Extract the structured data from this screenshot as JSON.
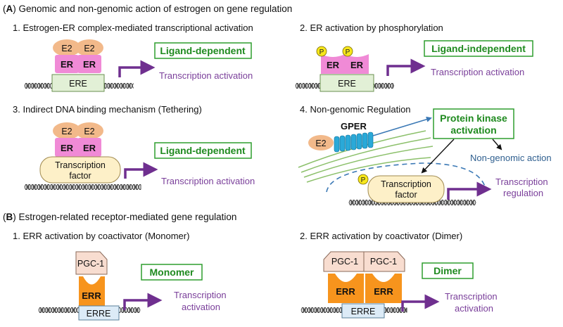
{
  "section_a": {
    "letter": "A",
    "title": "Genomic and non-genomic action of estrogen on gene regulation"
  },
  "section_b": {
    "letter": "B",
    "title": "Estrogen-related receptor-mediated gene regulation"
  },
  "panel_a1": {
    "title": "1. Estrogen-ER complex-mediated transcriptional activation",
    "ligand": "E2",
    "receptor": "ER",
    "element": "ERE",
    "tag": "Ligand-dependent",
    "output": "Transcription activation"
  },
  "panel_a2": {
    "title": "2. ER activation by phosphorylation",
    "phospho": "P",
    "receptor": "ER",
    "element": "ERE",
    "tag": "Ligand-independent",
    "output": "Transcription activation"
  },
  "panel_a3": {
    "title": "3. Indirect DNA binding mechanism (Tethering)",
    "ligand": "E2",
    "receptor": "ER",
    "factor_line1": "Transcription",
    "factor_line2": "factor",
    "tag": "Ligand-dependent",
    "output": "Transcription activation"
  },
  "panel_a4": {
    "title": "4. Non-genomic Regulation",
    "ligand": "E2",
    "membrane_receptor": "GPER",
    "kinase_line1": "Protein kinase",
    "kinase_line2": "activation",
    "nongenomic": "Non-genomic action",
    "phospho": "P",
    "factor_line1": "Transcription",
    "factor_line2": "factor",
    "output_line1": "Transcription",
    "output_line2": "regulation"
  },
  "panel_b1": {
    "title": "1. ERR activation by coactivator (Monomer)",
    "coactivator": "PGC-1",
    "receptor": "ERR",
    "element": "ERRE",
    "tag": "Monomer",
    "output_line1": "Transcription",
    "output_line2": "activation"
  },
  "panel_b2": {
    "title": "2. ERR activation by coactivator (Dimer)",
    "coactivator": "PGC-1",
    "receptor": "ERR",
    "element": "ERRE",
    "tag": "Dimer",
    "output_line1": "Transcription",
    "output_line2": "activation"
  },
  "colors": {
    "e2": "#f2b98a",
    "er": "#f08ad6",
    "ere": "#e2f0d6",
    "factor": "#fdf0c8",
    "pgc": "#f8ddd0",
    "err": "#f7941d",
    "erre": "#dcebf7",
    "phospho": "#f7e71b",
    "gper": "#2aa9d8",
    "membrane": "#8cc06b",
    "arrow": "#6f2f8f",
    "blue_arrow": "#3a78b5"
  }
}
